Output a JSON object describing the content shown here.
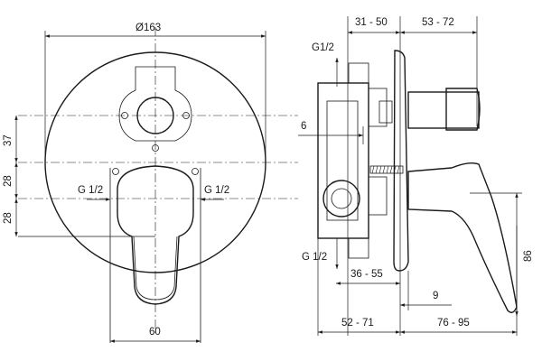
{
  "front_view": {
    "diameter_label": "Ø163",
    "dim_37": "37",
    "dim_28_upper": "28",
    "dim_28_lower": "28",
    "inlet_left_label": "G 1/2",
    "inlet_right_label": "G 1/2",
    "dim_60": "60"
  },
  "side_view": {
    "dim_31_50": "31 - 50",
    "dim_53_72": "53 - 72",
    "outlet_top_label": "G1/2",
    "dim_6": "6",
    "outlet_bottom_label": "G 1/2",
    "dim_36_55": "36 - 55",
    "dim_9": "9",
    "dim_86": "86",
    "dim_52_71": "52 - 71",
    "dim_76_95": "76 - 95"
  }
}
